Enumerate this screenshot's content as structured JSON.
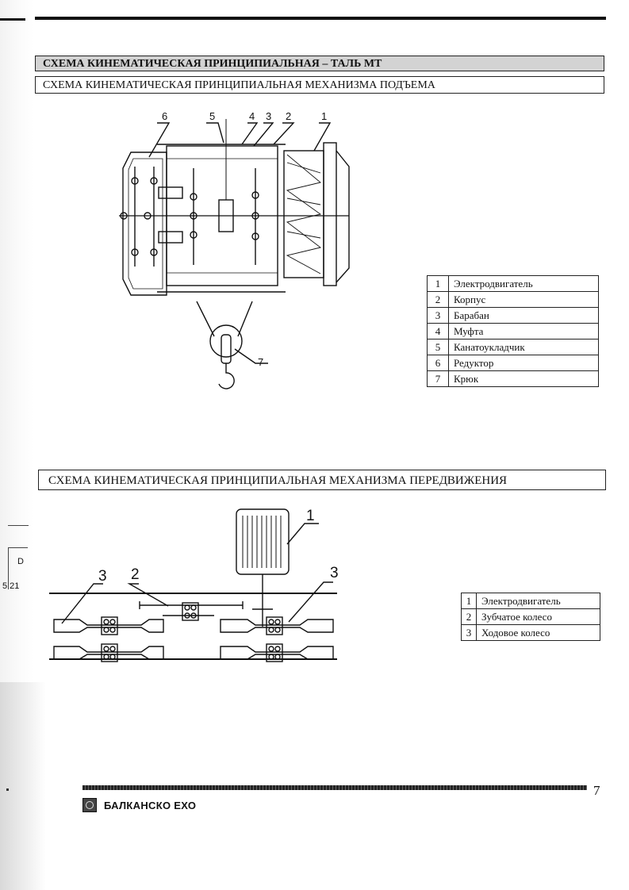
{
  "heading_main": "СХЕМА КИНЕМАТИЧЕСКАЯ ПРИНЦИПИАЛЬНАЯ – ТАЛЬ МТ",
  "heading_lifting": "СХЕМА КИНЕМАТИЧЕСКАЯ ПРИНЦИПИАЛЬНАЯ МЕХАНИЗМА ПОДЪЕМА",
  "heading_travel": "СХЕМА КИНЕМАТИЧЕСКАЯ ПРИНЦИПИАЛЬНАЯ МЕХАНИЗМА ПЕРЕДВИЖЕНИЯ",
  "lifting_callouts": [
    "6",
    "5",
    "4",
    "3",
    "2",
    "1",
    "7"
  ],
  "lifting_legend": [
    {
      "num": "1",
      "label": "Электродвигатель"
    },
    {
      "num": "2",
      "label": "Корпус"
    },
    {
      "num": "3",
      "label": "Барабан"
    },
    {
      "num": "4",
      "label": "Муфта"
    },
    {
      "num": "5",
      "label": "Канатоукладчик"
    },
    {
      "num": "6",
      "label": "Редуктор"
    },
    {
      "num": "7",
      "label": "Крюк"
    }
  ],
  "travel_callouts": [
    "1",
    "3",
    "2",
    "3"
  ],
  "travel_legend": [
    {
      "num": "1",
      "label": "Электродвигатель"
    },
    {
      "num": "2",
      "label": "Зубчатое колесо"
    },
    {
      "num": "3",
      "label": "Ходовое колесо"
    }
  ],
  "side_fragment": {
    "letter": "D",
    "numbers": "5 21"
  },
  "page_number": "7",
  "brand_name": "БАЛКАНСКО ЕХО"
}
